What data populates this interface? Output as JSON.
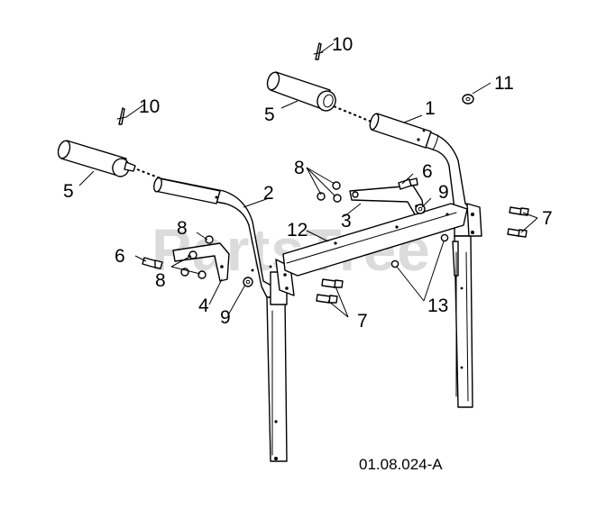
{
  "watermark": {
    "text": "PartsTree",
    "color": "#c8c8c8"
  },
  "figure_code": "01.08.024-A",
  "callouts": {
    "c1": "1",
    "c2": "2",
    "c3": "3",
    "c4": "4",
    "c5a": "5",
    "c5b": "5",
    "c6a": "6",
    "c6b": "6",
    "c7a": "7",
    "c7b": "7",
    "c8a": "8",
    "c8b": "8",
    "c8c": "8",
    "c9a": "9",
    "c9b": "9",
    "c10a": "10",
    "c10b": "10",
    "c11": "11",
    "c12": "12",
    "c13": "13"
  },
  "icons": [
    "handle-grip-icon",
    "bolt-icon",
    "nut-icon",
    "washer-icon",
    "bracket-icon",
    "cable-tie-icon"
  ]
}
